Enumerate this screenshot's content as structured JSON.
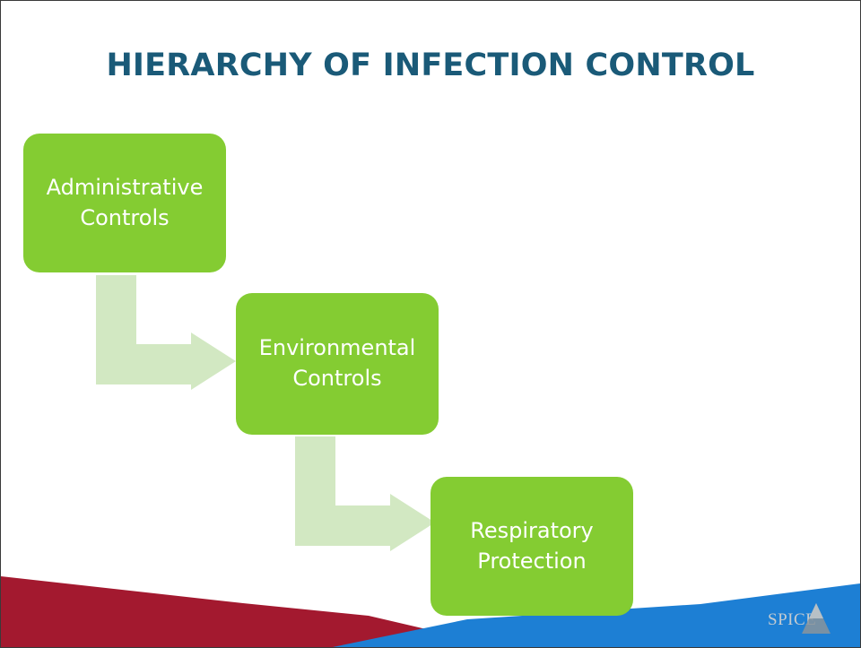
{
  "title": "HIERARCHY OF INFECTION CONTROL",
  "steps": [
    {
      "line1": "Administrative",
      "line2": "Controls"
    },
    {
      "line1": "Environmental",
      "line2": "Controls"
    },
    {
      "line1": "Respiratory",
      "line2": "Protection"
    }
  ],
  "logo": {
    "text": "SPICE"
  },
  "colors": {
    "title": "#1a5a78",
    "box": "#84cc32",
    "arrow": "#d2e8c2",
    "footer_red": "#a3192f",
    "footer_blue": "#1d7fd4"
  }
}
